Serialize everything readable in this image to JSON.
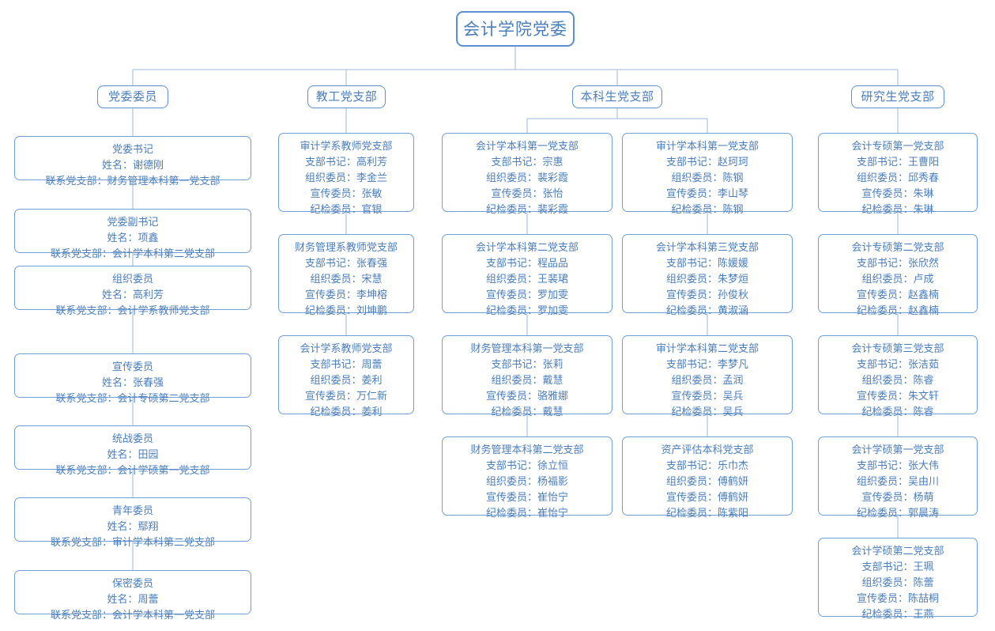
{
  "diagram": {
    "title": "会计学院党委组织架构图",
    "root": {
      "label": "会计学院党委"
    },
    "colors": {
      "border": "#6f9fd8",
      "branch_border": "#5b8fd0",
      "text": "#4a7ebb",
      "connector": "#9bb8d9",
      "background": "#ffffff"
    },
    "branches": [
      {
        "id": "party-committee-members",
        "label": "党委委员"
      },
      {
        "id": "faculty-branch",
        "label": "教工党支部"
      },
      {
        "id": "undergraduate-branch",
        "label": "本科生党支部"
      },
      {
        "id": "graduate-branch",
        "label": "研究生党支部"
      }
    ],
    "columns": {
      "party_committee_members": [
        {
          "title": "党委书记",
          "lines": [
            "姓名：谢德刚",
            "联系党支部：财务管理本科第一党支部"
          ]
        },
        {
          "title": "党委副书记",
          "lines": [
            "姓名：项鑫",
            "联系党支部：会计学本科第二党支部"
          ]
        },
        {
          "title": "组织委员",
          "lines": [
            "姓名：高利芳",
            "联系党支部：会计学系教师党支部"
          ]
        },
        {
          "title": "宣传委员",
          "lines": [
            "姓名：张春强",
            "联系党支部：会计专硕第二党支部"
          ]
        },
        {
          "title": "统战委员",
          "lines": [
            "姓名：田园",
            "联系党支部：会计学硕第一党支部"
          ]
        },
        {
          "title": "青年委员",
          "lines": [
            "姓名：鄢翔",
            "联系党支部：审计学本科第二党支部"
          ]
        },
        {
          "title": "保密委员",
          "lines": [
            "姓名：周蕾",
            "联系党支部：会计学本科第一党支部"
          ]
        }
      ],
      "faculty_branches": [
        {
          "title": "审计学系教师党支部",
          "lines": [
            "支部书记：高利芳",
            "组织委员：李金兰",
            "宣传委员：张敏",
            "纪检委员：官银"
          ]
        },
        {
          "title": "财务管理系教师党支部",
          "lines": [
            "支部书记：张春强",
            "组织委员：宋慧",
            "宣传委员：李坤榕",
            "纪检委员：刘坤鹏"
          ]
        },
        {
          "title": "会计学系教师党支部",
          "lines": [
            "支部书记：周蕾",
            "组织委员：姜利",
            "宣传委员：万仁新",
            "纪检委员：姜利"
          ]
        }
      ],
      "undergraduate_branches_left": [
        {
          "title": "会计学本科第一党支部",
          "lines": [
            "支部书记：宗惠",
            "组织委员：裴彩霞",
            "宣传委员：张怡",
            "纪检委员：裴彩霞"
          ]
        },
        {
          "title": "会计学本科第二党支部",
          "lines": [
            "支部书记：程品品",
            "组织委员：王裴珺",
            "宣传委员：罗加雯",
            "纪检委员：罗加雯"
          ]
        },
        {
          "title": "财务管理本科第一党支部",
          "lines": [
            "支部书记：张莉",
            "组织委员：戴慧",
            "宣传委员：骆雅娜",
            "纪检委员：戴慧"
          ]
        },
        {
          "title": "财务管理本科第二党支部",
          "lines": [
            "支部书记：徐立恒",
            "组织委员：杨福影",
            "宣传委员：崔怡宁",
            "纪检委员：崔怡宁"
          ]
        }
      ],
      "undergraduate_branches_right": [
        {
          "title": "审计学本科第一党支部",
          "lines": [
            "支部书记：赵珂珂",
            "组织委员：陈钢",
            "宣传委员：李山琴",
            "纪检委员：陈钢"
          ]
        },
        {
          "title": "会计学本科第三党支部",
          "lines": [
            "支部书记：陈媛媛",
            "组织委员：朱梦烜",
            "宣传委员：孙俊秋",
            "纪检委员：黄淑涵"
          ]
        },
        {
          "title": "审计学本科第二党支部",
          "lines": [
            "支部书记：李梦凡",
            "组织委员：孟润",
            "宣传委员：吴兵",
            "纪检委员：吴兵"
          ]
        },
        {
          "title": "资产评估本科党支部",
          "lines": [
            "支部书记：乐巾杰",
            "组织委员：傅鹤妍",
            "宣传委员：傅鹤妍",
            "纪检委员：陈紫阳"
          ]
        }
      ],
      "graduate_branches": [
        {
          "title": "会计专硕第一党支部",
          "lines": [
            "支部书记：王曹阳",
            "组织委员：邱秀春",
            "宣传委员：朱琳",
            "纪检委员：朱琳"
          ]
        },
        {
          "title": "会计专硕第二党支部",
          "lines": [
            "支部书记：张欣然",
            "组织委员：卢成",
            "宣传委员：赵鑫楠",
            "纪检委员：赵鑫楠"
          ]
        },
        {
          "title": "会计专硕第三党支部",
          "lines": [
            "支部书记：张洁茹",
            "组织委员：陈睿",
            "宣传委员：朱文轩",
            "纪检委员：陈睿"
          ]
        },
        {
          "title": "会计学硕第一党支部",
          "lines": [
            "支部书记：张大伟",
            "组织委员：吴由川",
            "宣传委员：杨萌",
            "纪检委员：郭晨涛"
          ]
        },
        {
          "title": "会计学硕第二党支部",
          "lines": [
            "支部书记：王珮",
            "组织委员：陈蕾",
            "宣传委员：陈喆桐",
            "纪检委员：王燕"
          ]
        }
      ]
    }
  }
}
